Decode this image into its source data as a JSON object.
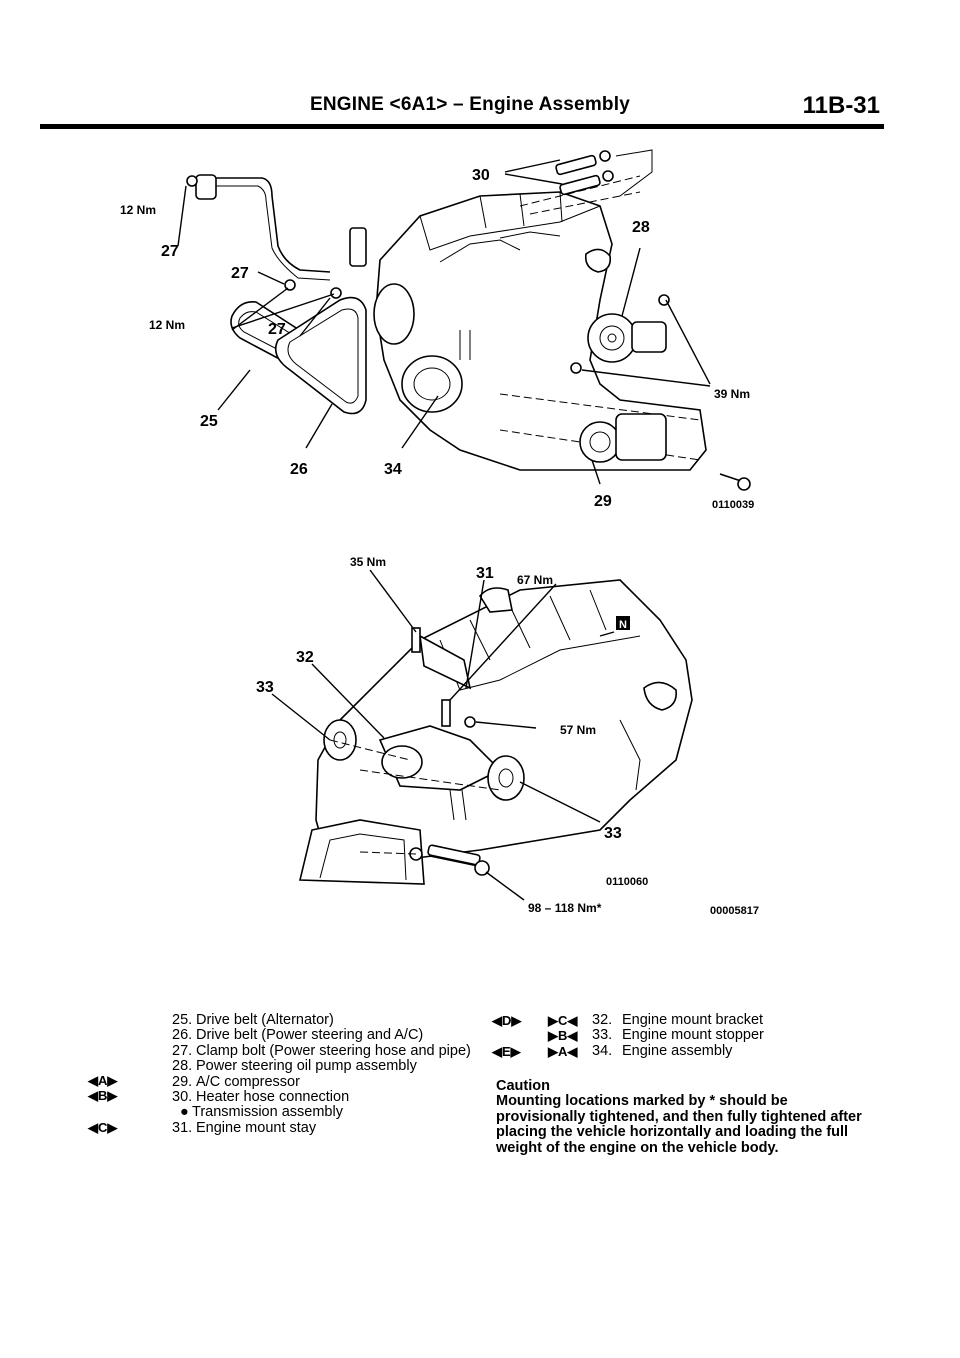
{
  "header": {
    "title": "ENGINE <6A1> – Engine Assembly",
    "page": "11B-31"
  },
  "diagram_top": {
    "labels": {
      "torque_hose_top": "12 Nm",
      "part_27a": "27",
      "part_27b": "27",
      "torque_hose_mid": "12 Nm",
      "part_27c": "27",
      "part_25": "25",
      "part_26": "26",
      "part_34": "34",
      "part_30": "30",
      "part_28": "28",
      "torque_pump": "39 Nm",
      "part_29": "29",
      "figure_code": "0110039"
    }
  },
  "diagram_bottom": {
    "labels": {
      "torque_stay": "35 Nm",
      "part_31": "31",
      "torque_67": "67 Nm",
      "marker_n": "N",
      "part_32": "32",
      "part_33a": "33",
      "torque_57": "57 Nm",
      "part_33b": "33",
      "figure_code_small": "0110060",
      "torque_bolt": "98 – 118 Nm*",
      "figure_code": "00005817"
    }
  },
  "legend_left": [
    {
      "num": "25.",
      "text": "Drive belt (Alternator)"
    },
    {
      "num": "26.",
      "text": "Drive belt (Power steering and A/C)"
    },
    {
      "num": "27.",
      "text": "Clamp bolt (Power steering hose and pipe)"
    },
    {
      "num": "28.",
      "text": "Power steering oil pump assembly"
    },
    {
      "num": "29.",
      "text": "A/C compressor"
    },
    {
      "num": "30.",
      "text": "Heater hose connection"
    },
    {
      "num": "●",
      "text": "Transmission assembly"
    },
    {
      "num": "31.",
      "text": "Engine mount stay"
    }
  ],
  "markers_left": [
    "◀A▶",
    "◀B▶",
    "◀C▶"
  ],
  "legend_right": [
    {
      "mk1": "◀D▶",
      "mk2": "▶C◀",
      "num": "32.",
      "text": "Engine mount bracket"
    },
    {
      "mk1": "",
      "mk2": "▶B◀",
      "num": "33.",
      "text": "Engine mount stopper"
    },
    {
      "mk1": "◀E▶",
      "mk2": "▶A◀",
      "num": "34.",
      "text": "Engine assembly"
    }
  ],
  "caution": {
    "heading": "Caution",
    "text": "Mounting locations marked by * should be provisionally tightened, and then fully tightened after placing the vehicle horizontally and loading the full weight of the engine on the vehicle body."
  }
}
